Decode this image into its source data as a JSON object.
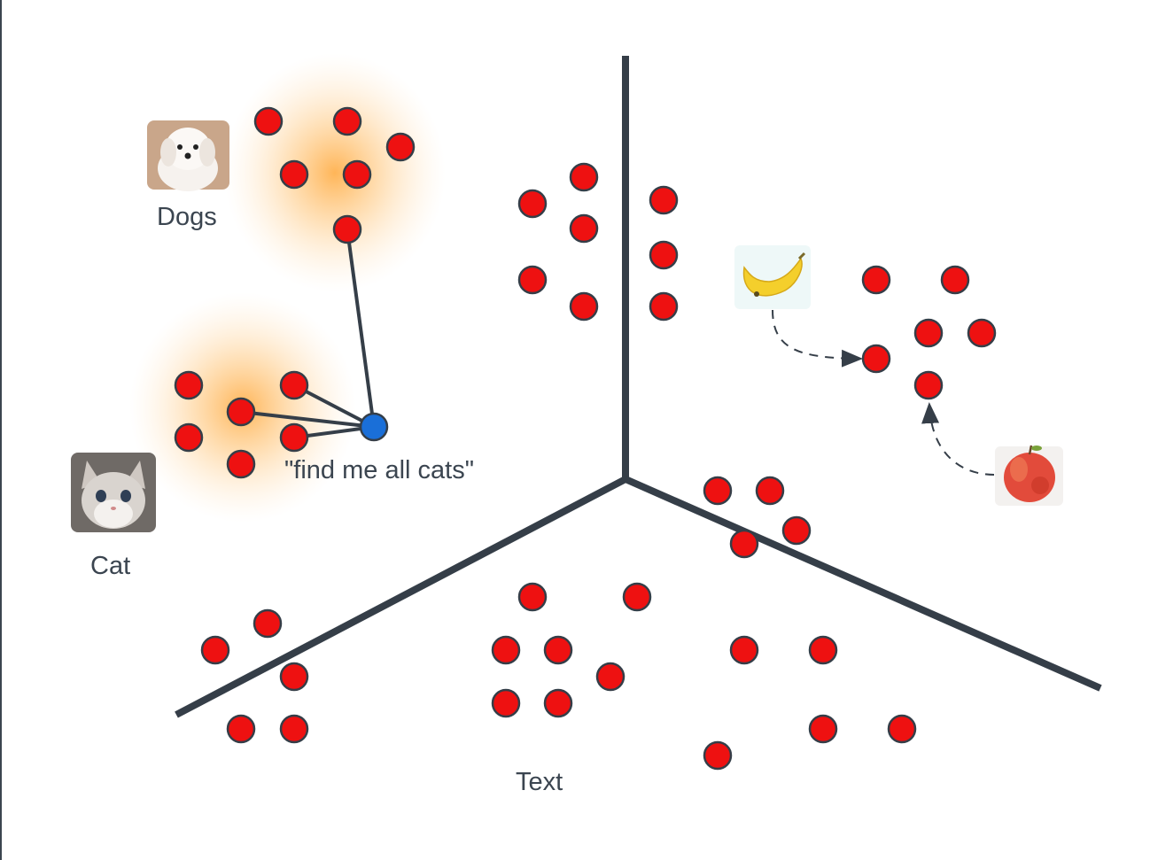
{
  "labels": {
    "dogs": "Dogs",
    "cat": "Cat",
    "query": "\"find me all cats\"",
    "text": "Text"
  },
  "images": {
    "dog": "dog-photo",
    "cat": "kitten-photo",
    "banana": "banana-photo",
    "apple": "apple-photo"
  },
  "colors": {
    "point": "#ee1111",
    "query_point": "#1a6fd8",
    "axis": "#353e48",
    "highlight": "#ffa83a"
  }
}
